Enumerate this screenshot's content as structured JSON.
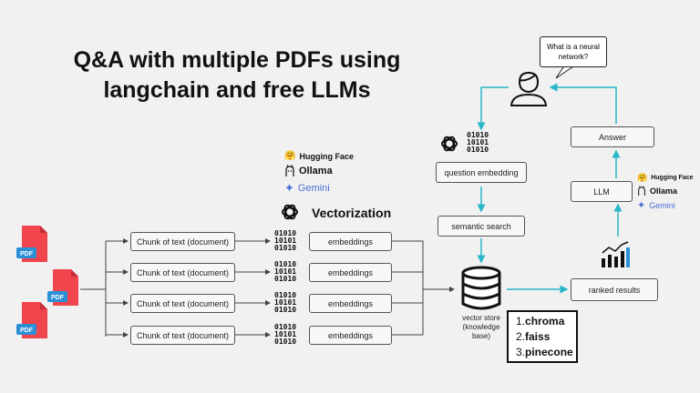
{
  "title": {
    "line1": "Q&A with multiple PDFs using",
    "line2": "langchain and free LLMs"
  },
  "pdf_label": "PDF",
  "chunk_label": "Chunk of text (document)",
  "embeddings_label": "embeddings",
  "binary": [
    "01010",
    "10101",
    "01010"
  ],
  "vectorization_label": "Vectorization",
  "providers": {
    "hugging_face": "Hugging Face",
    "ollama": "Ollama",
    "gemini": "Gemini"
  },
  "question": {
    "line1": "What is a neural",
    "line2": "network?"
  },
  "question_embedding": "question embedding",
  "semantic_search": "semantic search",
  "vector_store": {
    "line1": "vector store",
    "line2": "(knowledge",
    "line3": "base)"
  },
  "ranked_results": "ranked results",
  "llm": "LLM",
  "answer": "Answer",
  "stores": [
    {
      "num": "1.",
      "name": "chroma"
    },
    {
      "num": "2.",
      "name": "faiss"
    },
    {
      "num": "3.",
      "name": "pinecone"
    }
  ],
  "colors": {
    "accent": "#29b6c8",
    "pdf_red": "#f0454d",
    "pdf_blue": "#2b8fd6",
    "line": "#444444",
    "gemini": "#4a6fd6"
  },
  "icons": [
    "pdf-icon",
    "openai-icon",
    "user-icon",
    "database-icon",
    "bar-chart-icon",
    "hugging-face-icon",
    "ollama-icon",
    "gemini-icon"
  ]
}
